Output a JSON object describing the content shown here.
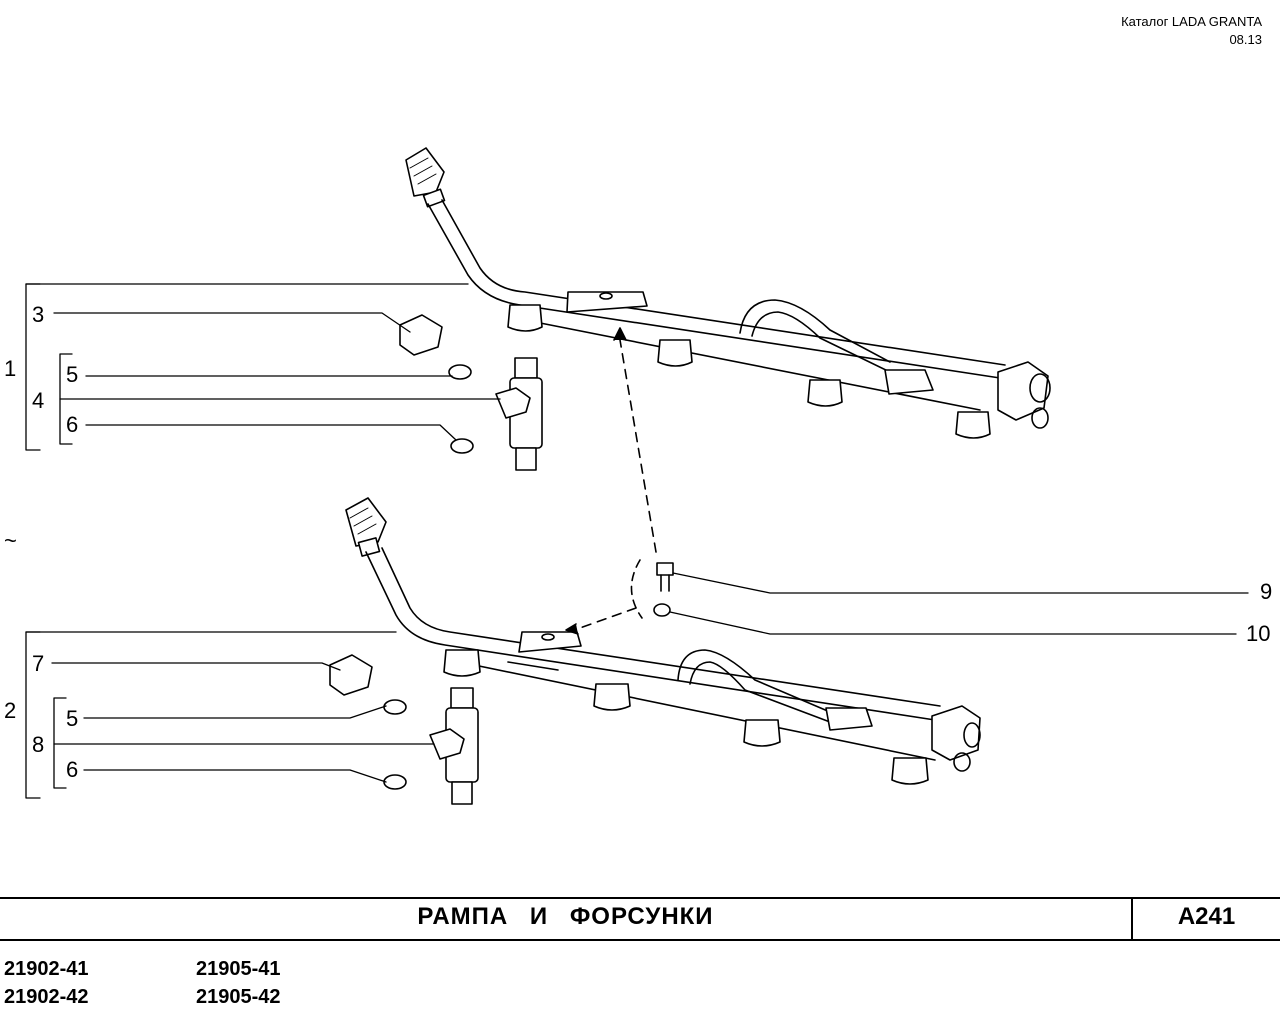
{
  "header": {
    "catalog": "Каталог  LADA GRANTA",
    "date": "08.13"
  },
  "callouts": {
    "c1": "1",
    "c2": "2",
    "c3": "3",
    "c4": "4",
    "c5a": "5",
    "c6a": "6",
    "c7": "7",
    "c8": "8",
    "c5b": "5",
    "c6b": "6",
    "c9": "9",
    "c10": "10",
    "tilde": "~"
  },
  "footer": {
    "title": "РАМПА   И   ФОРСУНКИ",
    "code": "A241"
  },
  "models": [
    "21902-41",
    "21905-41",
    "21902-42",
    "21905-42"
  ]
}
